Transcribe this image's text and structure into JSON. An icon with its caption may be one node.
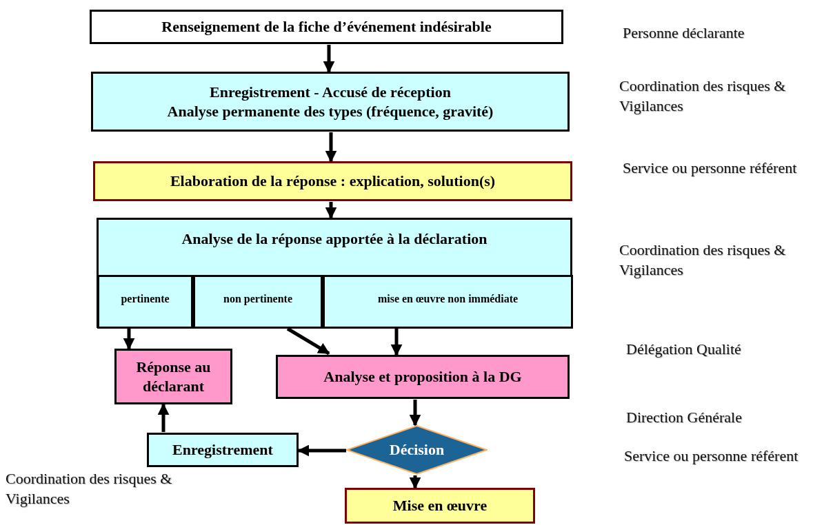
{
  "diagram": {
    "nodes": [
      {
        "text": [
          "Renseignement de la fiche d’événement indésirable"
        ]
      },
      {
        "text": [
          "Enregistrement - Accusé de réception",
          "Analyse permanente des types (fréquence, gravité)"
        ]
      },
      {
        "text": [
          "Elaboration de la réponse : explication, solution(s)"
        ]
      },
      {
        "text": [
          "Analyse de la réponse apportée à la déclaration"
        ]
      },
      {
        "text": [
          "pertinente"
        ],
        "in": 3
      },
      {
        "text": [
          "non pertinente"
        ],
        "in": 3
      },
      {
        "text": [
          "mise en œuvre non immédiate"
        ],
        "in": 3
      },
      {
        "text": [
          "Réponse au déclarant"
        ]
      },
      {
        "text": [
          "Analyse et proposition à la DG"
        ]
      },
      {
        "text": [
          "Enregistrement"
        ]
      },
      {
        "text": [
          "Décision"
        ]
      },
      {
        "text": [
          "Mise en œuvre"
        ]
      }
    ],
    "edges": [
      {
        "from": 0,
        "to": 1,
        "arrow": "to"
      },
      {
        "from": 1,
        "to": 2,
        "arrow": "to"
      },
      {
        "from": 2,
        "to": 3,
        "arrow": "to"
      },
      {
        "from": 4,
        "to": 7,
        "arrow": "to"
      },
      {
        "from": 5,
        "to": 8,
        "arrow": "to"
      },
      {
        "from": 6,
        "to": 8,
        "arrow": "to"
      },
      {
        "from": 8,
        "to": 10,
        "arrow": "to"
      },
      {
        "from": 10,
        "to": 9,
        "arrow": "to"
      },
      {
        "from": 9,
        "to": 7,
        "arrow": "to"
      },
      {
        "from": 10,
        "to": 11,
        "arrow": "to"
      }
    ],
    "labels": [
      "Personne déclarante",
      "Coordination des risques & Vigilances",
      "Service ou personne référent",
      "Coordination des risques & Vigilances",
      "Délégation Qualité",
      "Direction Générale",
      "Service ou personne référent",
      "Coordination des risques & Vigilances"
    ]
  }
}
